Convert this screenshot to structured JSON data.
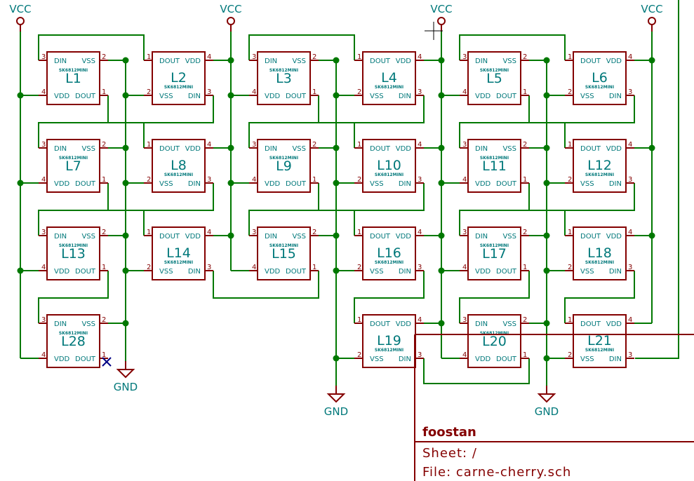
{
  "app": "KiCad Eeschema",
  "colors": {
    "wire": "#007800",
    "component": "#840000",
    "text": "#00787a",
    "no_connect": "#000084",
    "background": "#ffffff"
  },
  "part_value": "SK6812Mini",
  "pin_names": {
    "typeA": {
      "top_left": "DIN",
      "top_right": "VSS",
      "bottom_left": "VDD",
      "bottom_right": "DOUT"
    },
    "typeB": {
      "top_left": "DOUT",
      "top_right": "VDD",
      "bottom_left": "VSS",
      "bottom_right": "DIN"
    }
  },
  "pin_numbers": {
    "typeA": {
      "top_left": "3",
      "top_right": "2",
      "bottom_left": "4",
      "bottom_right": "1"
    },
    "typeB": {
      "top_left": "1",
      "top_right": "4",
      "bottom_left": "2",
      "bottom_right": "3"
    }
  },
  "power_labels": {
    "vcc": "VCC",
    "gnd": "GND"
  },
  "components": [
    {
      "ref": "L1",
      "type": "A"
    },
    {
      "ref": "L2",
      "type": "B"
    },
    {
      "ref": "L3",
      "type": "A"
    },
    {
      "ref": "L4",
      "type": "B"
    },
    {
      "ref": "L5",
      "type": "A"
    },
    {
      "ref": "L6",
      "type": "B"
    },
    {
      "ref": "L7",
      "type": "A"
    },
    {
      "ref": "L8",
      "type": "B"
    },
    {
      "ref": "L9",
      "type": "A"
    },
    {
      "ref": "L10",
      "type": "B"
    },
    {
      "ref": "L11",
      "type": "A"
    },
    {
      "ref": "L12",
      "type": "B"
    },
    {
      "ref": "L13",
      "type": "A"
    },
    {
      "ref": "L14",
      "type": "B"
    },
    {
      "ref": "L15",
      "type": "A"
    },
    {
      "ref": "L16",
      "type": "B"
    },
    {
      "ref": "L17",
      "type": "A"
    },
    {
      "ref": "L18",
      "type": "B"
    },
    {
      "ref": "L28",
      "type": "A"
    },
    {
      "ref": "L19",
      "type": "B"
    },
    {
      "ref": "L20",
      "type": "A"
    },
    {
      "ref": "L21",
      "type": "B"
    }
  ],
  "title_block": {
    "company": "foostan",
    "sheet": "Sheet: /",
    "file": "File: carne-cherry.sch"
  }
}
